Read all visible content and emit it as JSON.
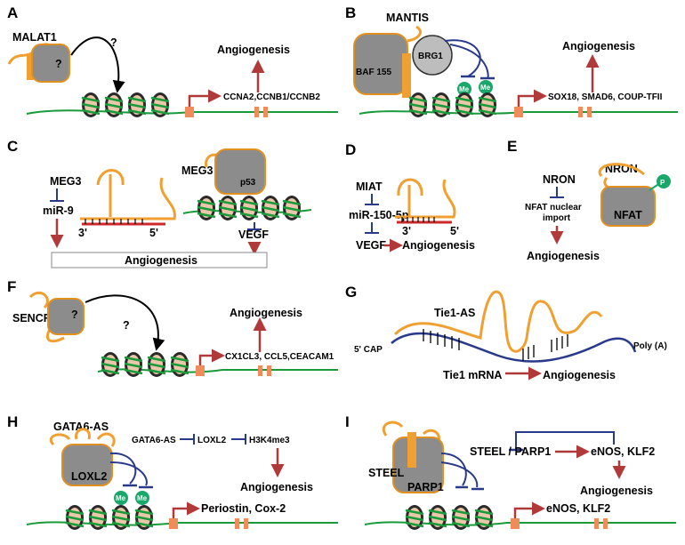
{
  "panels": {
    "A": {
      "letter": "A",
      "lnc": "MALAT1",
      "q1": "?",
      "q2": "?",
      "out": "Angiogenesis",
      "genes": "CCNA2,CCNB1/CCNB2"
    },
    "B": {
      "letter": "B",
      "lnc": "MANTIS",
      "brg": "BRG1",
      "baf": "BAF 155",
      "me1": "Me",
      "me2": "Me",
      "out": "Angiogenesis",
      "genes": "SOX18, SMAD6, COUP-TFII"
    },
    "C": {
      "letter": "C",
      "meg3a": "MEG3",
      "mir": "miR-9",
      "p3": "3'",
      "p5": "5'",
      "meg3b": "MEG3",
      "p53": "p53",
      "vegf": "VEGF",
      "out": "Angiogenesis"
    },
    "D": {
      "letter": "D",
      "miat": "MIAT",
      "mir": "miR-150-5p",
      "p3": "3'",
      "p5": "5'",
      "vegf": "VEGF",
      "out": "Angiogenesis"
    },
    "E": {
      "letter": "E",
      "nron1": "NRON",
      "nron2": "NRON",
      "nfat1": "NFAT nuclear",
      "nfat2": "import",
      "nfat": "NFAT",
      "p": "P",
      "out": "Angiogenesis"
    },
    "F": {
      "letter": "F",
      "lnc": "SENCR",
      "q1": "?",
      "q2": "?",
      "out": "Angiogenesis",
      "genes": "CX1CL3, CCL5,CEACAM1"
    },
    "G": {
      "letter": "G",
      "lnc": "Tie1-AS",
      "cap": "5' CAP",
      "poly": "Poly (A)",
      "mrna": "Tie1 mRNA",
      "out": "Angiogenesis"
    },
    "H": {
      "letter": "H",
      "lnc": "GATA6-AS",
      "loxl": "LOXL2",
      "me1": "Me",
      "me2": "Me",
      "a1": "GATA6-AS",
      "a2": "LOXL2",
      "a3": "H3K4me3",
      "out": "Angiogenesis",
      "genes": "Periostin, Cox-2"
    },
    "I": {
      "letter": "I",
      "lnc": "STEEL",
      "parp": "PARP1",
      "s1": "STEEL / PARP1",
      "enos1": "eNOS, KLF2",
      "out": "Angiogenesis",
      "enos2": "eNOS, KLF2"
    }
  },
  "colors": {
    "rna": "#f0a030",
    "protein": "#8c8c8c",
    "dna": "#1a9a3a",
    "arrow": "#b03a3a",
    "inhib": "#2a3a8a",
    "gene": "#f08c5a",
    "me": "#1aa86a"
  }
}
